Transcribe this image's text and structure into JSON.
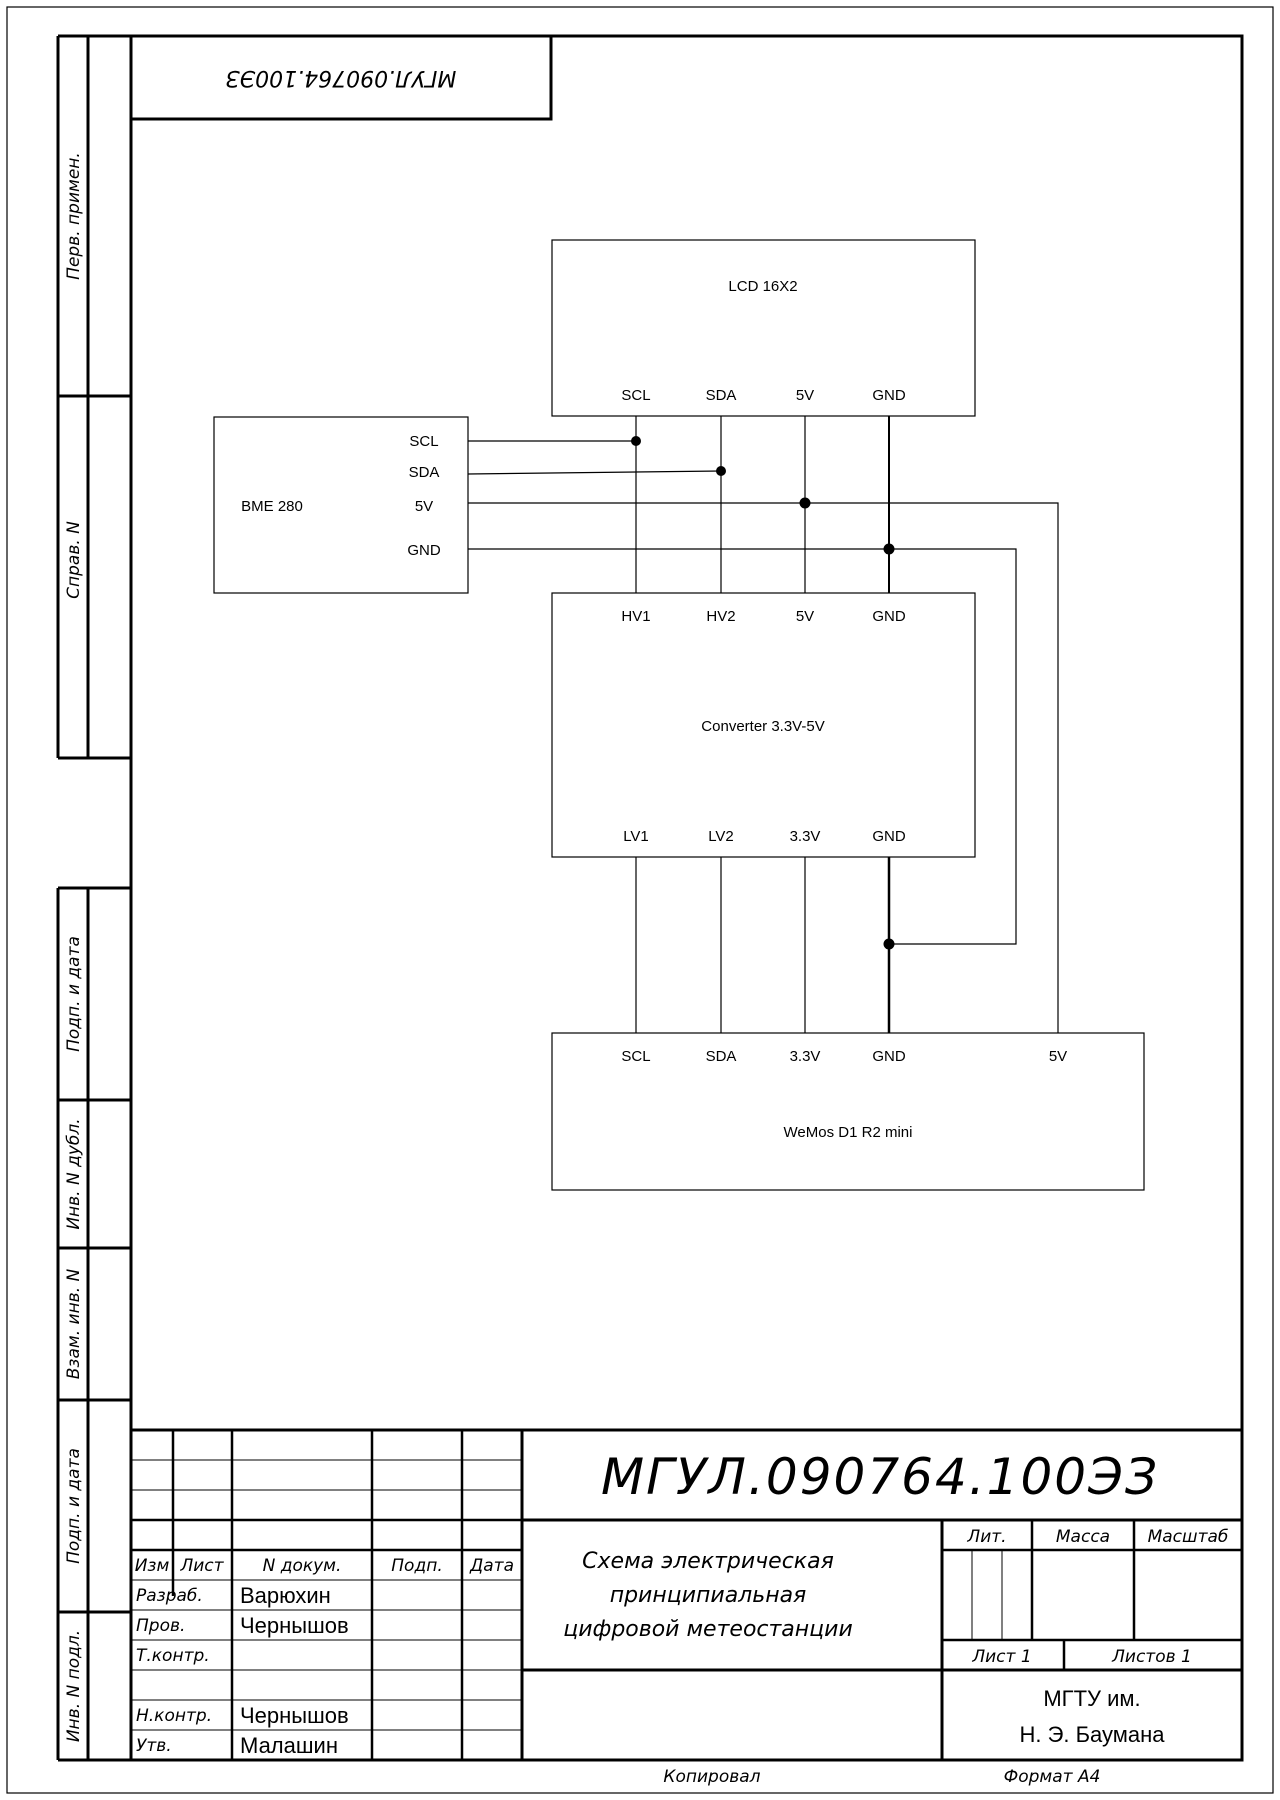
{
  "stamp_top": "МГУЛ.090764.100ЭЗ",
  "side_labels": {
    "perv_primen": "Перв. примен.",
    "sprav_n": "Справ. N",
    "podp_data_1": "Подп. и дата",
    "inv_dubl": "Инв. N дубл.",
    "vzam_inv": "Взам. инв. N",
    "podp_data_2": "Подп. и дата",
    "inv_podl": "Инв. N подл."
  },
  "blocks": {
    "lcd": {
      "title": "LCD 16X2",
      "pins": [
        "SCL",
        "SDA",
        "5V",
        "GND"
      ]
    },
    "bme": {
      "title": "BME 280",
      "pins": [
        "SCL",
        "SDA",
        "5V",
        "GND"
      ]
    },
    "converter": {
      "title": "Converter 3.3V-5V",
      "pins_top": [
        "HV1",
        "HV2",
        "5V",
        "GND"
      ],
      "pins_bottom": [
        "LV1",
        "LV2",
        "3.3V",
        "GND"
      ]
    },
    "wemos": {
      "title": "WeMos D1 R2 mini",
      "pins": [
        "SCL",
        "SDA",
        "3.3V",
        "GND",
        "5V"
      ]
    }
  },
  "title_block": {
    "designation": "МГУЛ.090764.100ЭЗ",
    "doc_title_lines": [
      "Схема электрическая",
      "принципиальная",
      "цифровой метеостанции"
    ],
    "headers": {
      "izm": "Изм",
      "list": "Лист",
      "n_dokum": "N докум.",
      "podp": "Подп.",
      "data": "Дата"
    },
    "roles": {
      "razrab": "Разраб.",
      "prov": "Пров.",
      "t_kontr": "Т.контр.",
      "n_kontr": "Н.контр.",
      "utv": "Утв."
    },
    "names": {
      "razrab": "Варюхин",
      "prov": "Чернышов",
      "n_kontr": "Чернышов",
      "utv": "Малашин"
    },
    "lit": "Лит.",
    "massa": "Масса",
    "masshtab": "Масштаб",
    "sheet": "Лист 1",
    "sheets": "Листов 1",
    "org_lines": [
      "МГТУ им.",
      "Н. Э. Баумана"
    ]
  },
  "footer": {
    "kopiroval": "Копировал",
    "format": "Формат А4"
  }
}
